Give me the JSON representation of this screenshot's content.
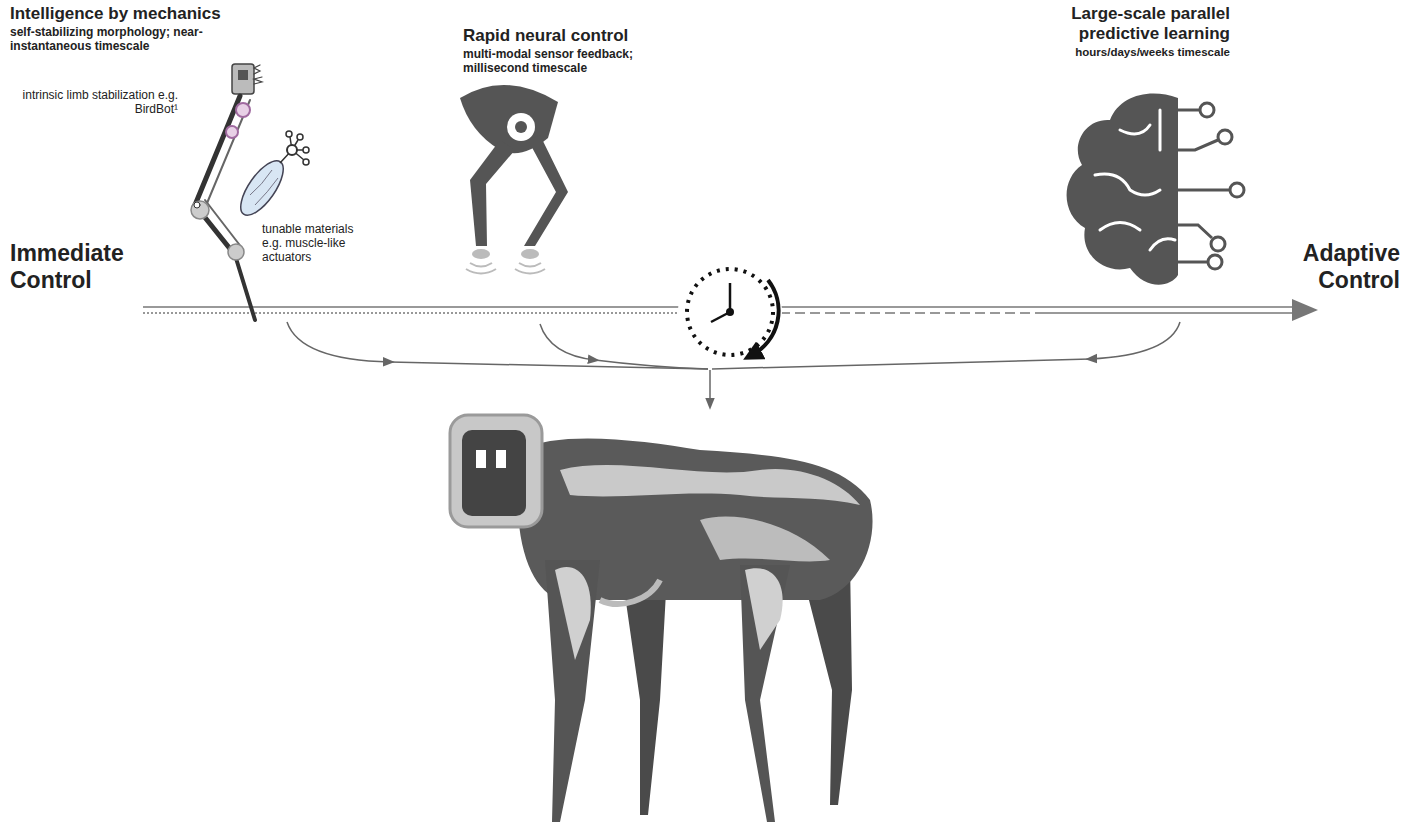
{
  "diagram": {
    "labels": [
      "Intelligence by mechanics",
      "self-stabilizing morphology; near-instantaneous timescale",
      "intrinsic limb stabilization e.g. BirdBot¹",
      "tunable materials e.g. muscle-like actuators",
      "Rapid neural control",
      "multi-modal sensor feedback; millisecond timescale",
      "Large-scale parallel predictive learning",
      "hours/days/weeks timescale",
      "Immediate Control",
      "Adaptive Control"
    ]
  }
}
